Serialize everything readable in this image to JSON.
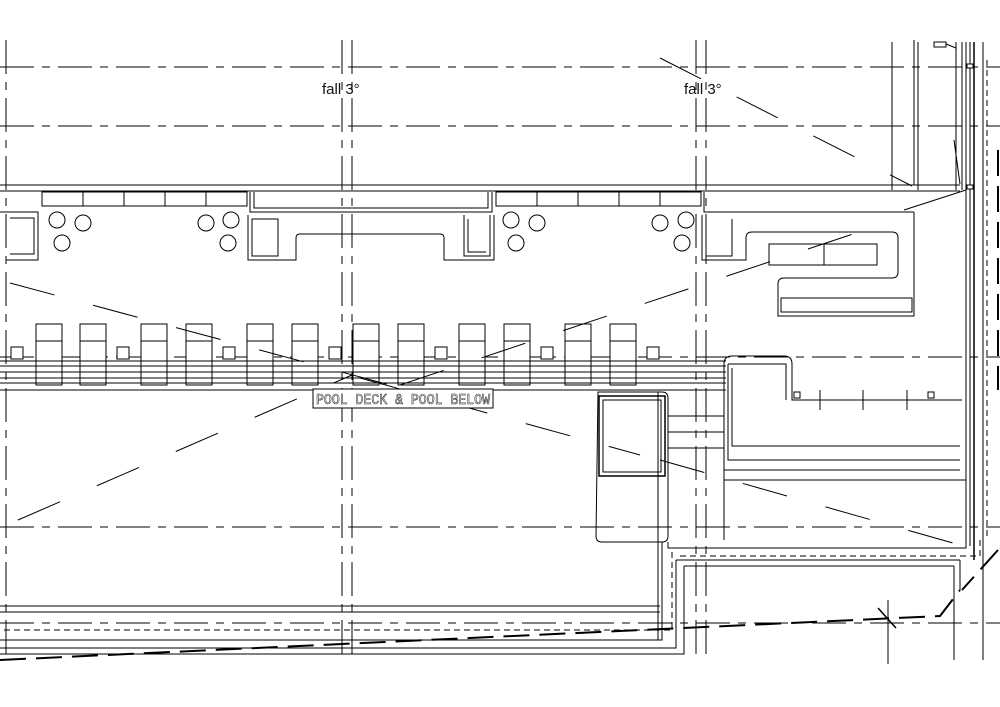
{
  "labels": {
    "fall_left": "fall 3°",
    "fall_right": "fall 3°",
    "pool_deck": "POOL DECK & POOL BELOW"
  }
}
